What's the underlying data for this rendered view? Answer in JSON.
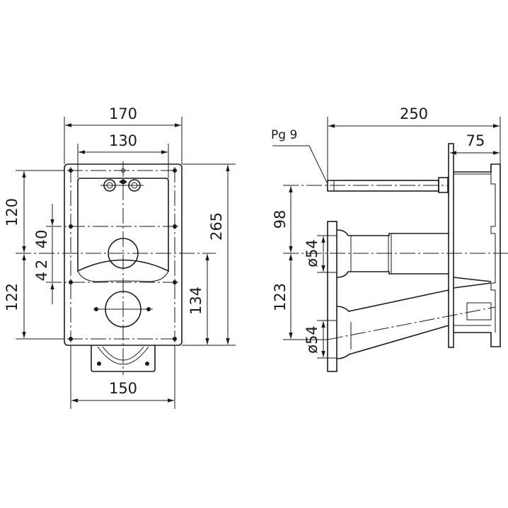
{
  "front_view": {
    "dims": {
      "width_overall": "170",
      "width_inner": "130",
      "height_overall": "265",
      "height_lower": "134",
      "upper_offset": "120",
      "lower_offset": "122",
      "hole_offset_upper": "40",
      "hole_offset_lower": "42",
      "base_width": "150"
    }
  },
  "side_view": {
    "labels": {
      "cable_gland": "Pg 9"
    },
    "dims": {
      "depth_overall": "250",
      "depth_box": "75",
      "upper_offset": "98",
      "lower_offset": "123",
      "pipe_diameter_upper": "ø54",
      "pipe_diameter_lower": "ø54"
    }
  }
}
